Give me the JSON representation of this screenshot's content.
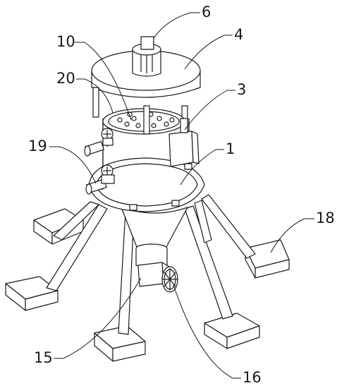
{
  "labels": {
    "l6": "6",
    "l4": "4",
    "l10": "10",
    "l20": "20",
    "l3": "3",
    "l19": "19",
    "l1": "1",
    "l18": "18",
    "l15": "15",
    "l16": "16"
  }
}
